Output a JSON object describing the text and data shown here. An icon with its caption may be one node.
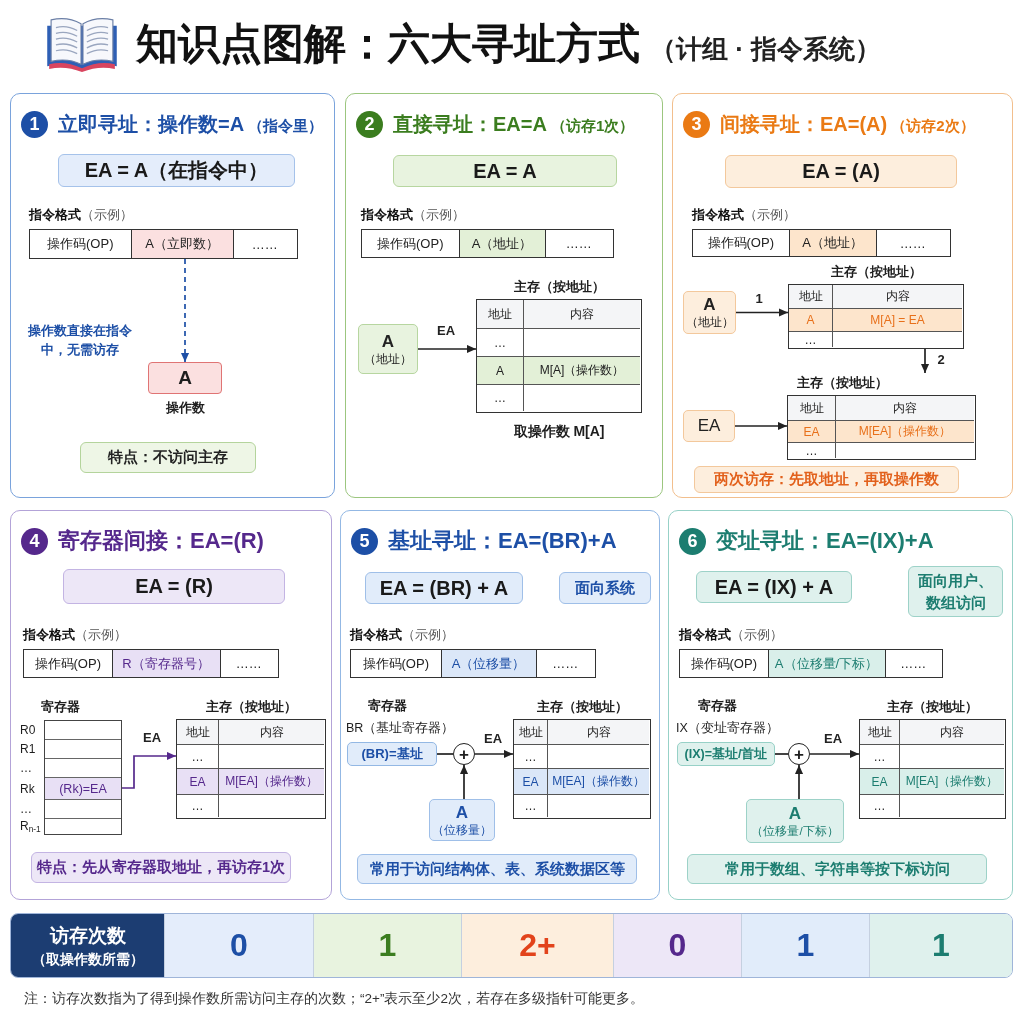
{
  "diagram": {
    "title": "知识点图解：六大寻址方式",
    "caption": "注：访存次数指为了得到操作数所需访问主存的次数；“2+”表示至少2次，若存在多级指针可能更多。",
    "nodes": [
      {
        "text": [
          "1",
          "立即寻址：操作数=A",
          "（指令里）"
        ]
      },
      {
        "text": [
          "EA = A（在指令中）"
        ],
        "in": 0
      },
      {
        "text": [
          "**指令格式**（示例）",
          "操作码(OP)",
          "A（立即数）",
          "……"
        ],
        "in": 0
      },
      {
        "text": [
          "A"
        ],
        "beside": [
          "操作数"
        ],
        "in": 0
      },
      {
        "text": [
          "特点：不访问主存"
        ],
        "in": 0
      },
      {
        "text": [
          "2",
          "直接寻址：EA=A",
          "（访存1次）"
        ]
      },
      {
        "text": [
          "EA = A"
        ],
        "in": 5
      },
      {
        "text": [
          "**指令格式**（示例）",
          "操作码(OP)",
          "A（地址）",
          "……"
        ],
        "in": 5
      },
      {
        "text": [
          "A",
          "（地址）"
        ],
        "in": 5
      },
      {
        "text": [
          "主存（按地址）",
          "地址",
          "内容",
          "…",
          "A",
          "M[A]（操作数）",
          "…"
        ],
        "beside": [
          "取操作数 M[A]"
        ],
        "in": 5
      },
      {
        "text": [
          "3",
          "间接寻址：EA=(A)",
          "（访存2次）"
        ]
      },
      {
        "text": [
          "EA = (A)"
        ],
        "in": 10
      },
      {
        "text": [
          "**指令格式**（示例）",
          "操作码(OP)",
          "A（地址）",
          "……"
        ],
        "in": 10
      },
      {
        "text": [
          "A",
          "（地址）"
        ],
        "in": 10
      },
      {
        "text": [
          "主存（按地址）",
          "地址",
          "内容",
          "A",
          "M[A] = EA",
          "…"
        ],
        "in": 10
      },
      {
        "text": [
          "EA"
        ],
        "in": 10
      },
      {
        "text": [
          "主存（按地址）",
          "地址",
          "内容",
          "EA",
          "M[EA]（操作数）",
          "…"
        ],
        "in": 10
      },
      {
        "text": [
          "两次访存：先取地址，再取操作数"
        ],
        "in": 10
      },
      {
        "text": [
          "4",
          "寄存器间接：EA=(R)"
        ]
      },
      {
        "text": [
          "EA = (R)"
        ],
        "in": 18
      },
      {
        "text": [
          "**指令格式**（示例）",
          "操作码(OP)",
          "R（寄存器号）",
          "……"
        ],
        "in": 18
      },
      {
        "text": [
          "寄存器",
          "R0",
          "R1",
          "…",
          "Rk",
          "(Rk)=EA",
          "…",
          "R$_{n-1}$"
        ],
        "in": 18
      },
      {
        "text": [
          "主存（按地址）",
          "地址",
          "内容",
          "…",
          "EA",
          "M[EA]（操作数）",
          "…"
        ],
        "in": 18
      },
      {
        "text": [
          "特点：先从寄存器取地址，再访存1次"
        ],
        "in": 18
      },
      {
        "text": [
          "5",
          "基址寻址：EA=(BR)+A"
        ]
      },
      {
        "text": [
          "EA = (BR) + A"
        ],
        "in": 24
      },
      {
        "text": [
          "面向系统"
        ],
        "in": 24
      },
      {
        "text": [
          "**指令格式**（示例）",
          "操作码(OP)",
          "A（位移量）",
          "……"
        ],
        "in": 24
      },
      {
        "text": [
          "(BR)=基址"
        ],
        "in": 24
      },
      {
        "text": [
          "+"
        ],
        "in": 24
      },
      {
        "text": [
          "A",
          "（位移量）"
        ],
        "in": 24
      },
      {
        "text": [
          "主存（按地址）",
          "地址",
          "内容",
          "…",
          "EA",
          "M[EA]（操作数）",
          "…"
        ],
        "in": 24
      },
      {
        "text": [
          "常用于访问结构体、表、系统数据区等"
        ],
        "in": 24
      },
      {
        "text": [
          "6",
          "变址寻址：EA=(IX)+A"
        ]
      },
      {
        "text": [
          "EA = (IX) + A"
        ],
        "in": 33
      },
      {
        "text": [
          "面向用户、数组访问"
        ],
        "in": 33
      },
      {
        "text": [
          "**指令格式**（示例）",
          "操作码(OP)",
          "A（位移量/下标）",
          "……"
        ],
        "in": 33
      },
      {
        "text": [
          "(IX)=基址/首址"
        ],
        "in": 33
      },
      {
        "text": [
          "+"
        ],
        "in": 33
      },
      {
        "text": [
          "A",
          "（位移量/下标）"
        ],
        "in": 33
      },
      {
        "text": [
          "主存（按地址）",
          "地址",
          "内容",
          "…",
          "EA",
          "M[EA]（操作数）",
          "…"
        ],
        "in": 33
      },
      {
        "text": [
          "常用于数组、字符串等按下标访问"
        ],
        "in": 33
      }
    ],
    "edges": [
      {
        "from": 2,
        "to": 3,
        "arrow": "to",
        "label": "操作数直接在指令中，无需访存",
        "style": "dashed",
        "color": "#1d4fa6"
      },
      {
        "from": 8,
        "to": 9,
        "arrow": "to",
        "label": "EA"
      },
      {
        "from": 13,
        "to": 14,
        "arrow": "to",
        "label": "1"
      },
      {
        "from": 14,
        "to": 16,
        "arrow": "to",
        "label": "2"
      },
      {
        "from": 15,
        "to": 16,
        "arrow": "to"
      },
      {
        "from": 21,
        "to": 22,
        "arrow": "to",
        "label": "EA",
        "color": "#55288c"
      },
      {
        "from": 28,
        "to": 29,
        "arrow": "none"
      },
      {
        "from": 30,
        "to": 29,
        "arrow": "to"
      },
      {
        "from": 29,
        "to": 31,
        "arrow": "to",
        "label": "EA"
      },
      {
        "from": 37,
        "to": 38,
        "arrow": "none"
      },
      {
        "from": 39,
        "to": 38,
        "arrow": "to"
      },
      {
        "from": 38,
        "to": 40,
        "arrow": "to",
        "label": "EA"
      }
    ],
    "labels": [
      "（计组 · 指令系统）",
      "寄存器",
      "BR（基址寄存器）",
      "寄存器",
      "IX（变址寄存器）",
      "访存次数",
      "（取操作数所需）",
      "0",
      "1",
      "2+",
      "0",
      "1",
      "1"
    ]
  }
}
